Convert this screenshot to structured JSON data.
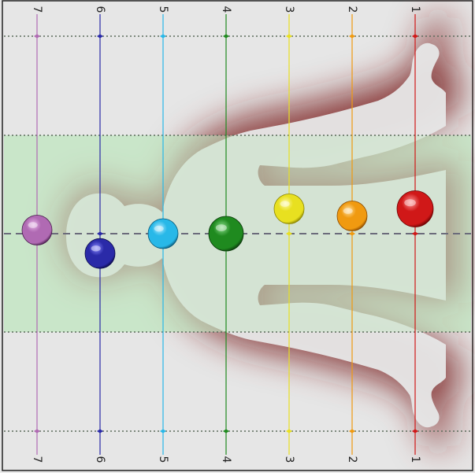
{
  "colors": {
    "background": "#e6e6e6",
    "center_band": "#c8e6c8",
    "figure": "#e6e6e6",
    "shadow_inner": "#7a1f1f",
    "shadow_outer": "#e6e6e6",
    "dotted_lines": "#5b6b5b",
    "center_dashed": "#6b6b7b"
  },
  "chakras": [
    {
      "label": "7",
      "color": "#b06ab3",
      "highlight": "#e8b8ea",
      "shade": "#4a1e4e",
      "offset": 0.45
    },
    {
      "label": "6",
      "color": "#2a2aa8",
      "highlight": "#8a8aff",
      "shade": "#0a0a4a",
      "offset": 0.78
    },
    {
      "label": "5",
      "color": "#28b8e8",
      "highlight": "#b6ecff",
      "shade": "#0a5a7a",
      "offset": 0.5
    },
    {
      "label": "4",
      "color": "#1f8a1f",
      "highlight": "#8ee08e",
      "shade": "#0b3a0b",
      "offset": 0.5
    },
    {
      "label": "3",
      "color": "#e8e020",
      "highlight": "#fffbb0",
      "shade": "#8a8400",
      "offset": 0.15
    },
    {
      "label": "2",
      "color": "#f09a10",
      "highlight": "#ffe0a0",
      "shade": "#8a4a00",
      "offset": 0.25
    },
    {
      "label": "1",
      "color": "#d01818",
      "highlight": "#ff9a9a",
      "shade": "#6a0000",
      "offset": 0.15
    }
  ]
}
